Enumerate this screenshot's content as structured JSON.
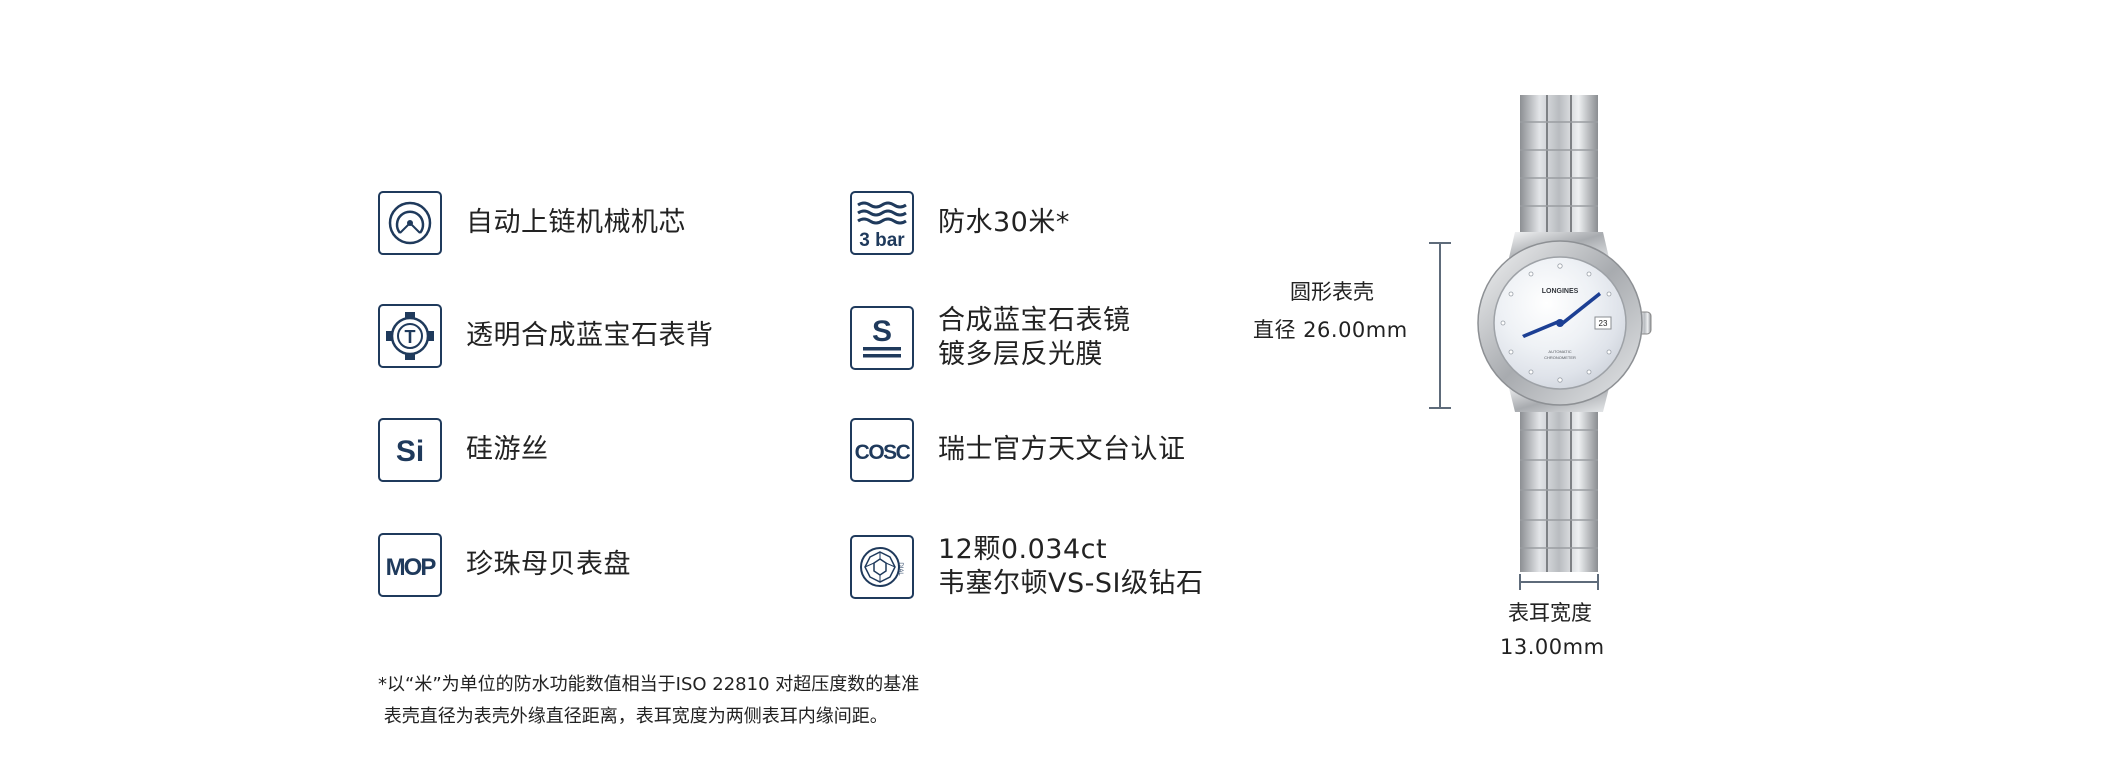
{
  "features": [
    {
      "icon": "rotor-icon",
      "lines": [
        "自动上链机械机芯"
      ]
    },
    {
      "icon": "water-3bar-icon",
      "icon_text": "3 bar",
      "lines": [
        "防水30米*"
      ]
    },
    {
      "icon": "transparent-caseback-icon",
      "icon_text": "T",
      "lines": [
        "透明合成蓝宝石表背"
      ]
    },
    {
      "icon": "sapphire-crystal-icon",
      "icon_text": "S",
      "lines": [
        "合成蓝宝石表镜",
        "镀多层反光膜"
      ]
    },
    {
      "icon": "silicon-hairspring-icon",
      "icon_text": "Si",
      "lines": [
        "硅游丝"
      ]
    },
    {
      "icon": "cosc-icon",
      "icon_text": "COSC",
      "lines": [
        "瑞士官方天文台认证"
      ]
    },
    {
      "icon": "mop-dial-icon",
      "icon_text": "MOP",
      "lines": [
        "珍珠母贝表盘"
      ]
    },
    {
      "icon": "diamond-icon",
      "icon_text": "DIAL",
      "lines": [
        "12颗0.034ct",
        "韦塞尔顿VS-SI级钻石"
      ]
    }
  ],
  "footnotes": [
    "*以“米”为单位的防水功能数值相当于ISO 22810 对超压度数的基准",
    " 表壳直径为表壳外缘直径距离，表耳宽度为两侧表耳内缘间距。"
  ],
  "dimensions": {
    "case_label": "圆形表壳",
    "case_value": "直径 26.00mm",
    "lug_label": "表耳宽度",
    "lug_value": "13.00mm"
  },
  "watch": {
    "brand": "LONGINES",
    "date": "23",
    "dial_text_1": "AUTOMATIC",
    "dial_text_2": "CHRONOMETER"
  },
  "colors": {
    "icon_navy": "#1f3a5c",
    "hand_blue": "#1c3f94",
    "text": "#222222"
  }
}
